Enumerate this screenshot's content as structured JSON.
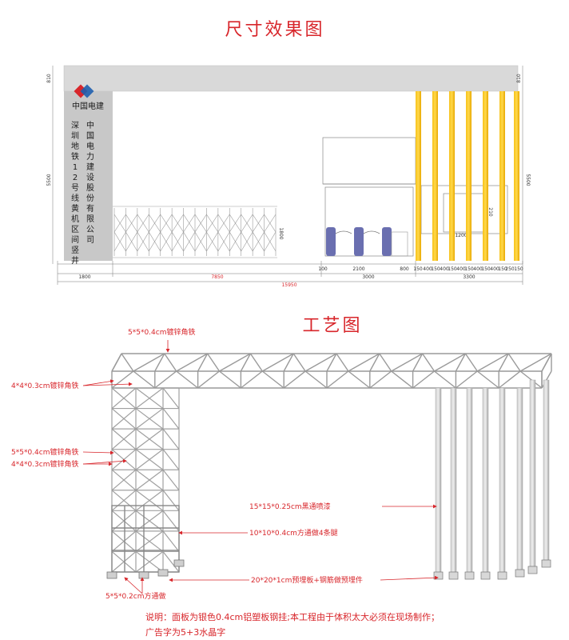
{
  "colors": {
    "title": "#d8262b",
    "annotation": "#d8262b",
    "banner": "#d9d9d9",
    "pillar_panel": "#c8c8c8",
    "yellow_column": "#f5b70f",
    "steel": "#b8b8b8",
    "turnstile": "#6a6fb0"
  },
  "top_title": "尺寸效果图",
  "bottom_title": "工艺图",
  "elevation": {
    "logo_text": "中国电建",
    "pillar_text_left": "深圳地铁12号线黄机区间竖井",
    "pillar_text_right": "中国电力建设股份有限公司",
    "dim_top_left": "810",
    "dim_top_right": "810",
    "dim_height_left": "5500",
    "dim_height_right": "5500",
    "dim_gate_height": "1800",
    "dim_box_width": "1200",
    "dim_box_small": "210",
    "bottom_row": [
      "100",
      "2100",
      "800",
      "150",
      "400",
      "150",
      "400",
      "150",
      "400",
      "150",
      "400",
      "150",
      "400",
      "150",
      "250",
      "150"
    ],
    "total_row": [
      "1800",
      "7850",
      "3000",
      "3300"
    ],
    "grand_total": "15950",
    "column_count": 7
  },
  "process": {
    "annotations": {
      "top_angle": "5*5*0.4cm镀锌角铁",
      "side_angle_1": "4*4*0.3cm镀锌角铁",
      "side_angle_2": "5*5*0.4cm镀锌角铁",
      "side_angle_3": "4*4*0.3cm镀锌角铁",
      "pipe_paint": "15*15*0.25cm黑通喷漆",
      "legs": "10*10*0.4cm方通做4条腿",
      "base_plate": "20*20*1cm预埋板+钢筋做预埋件",
      "base_tube": "5*5*0.2cm方通做"
    },
    "note_line1": "说明：面板为银色0.4cm铝塑板钢挂;本工程由于体积太大必须在现场制作；",
    "note_line2": "广告字为5+3水晶字"
  }
}
